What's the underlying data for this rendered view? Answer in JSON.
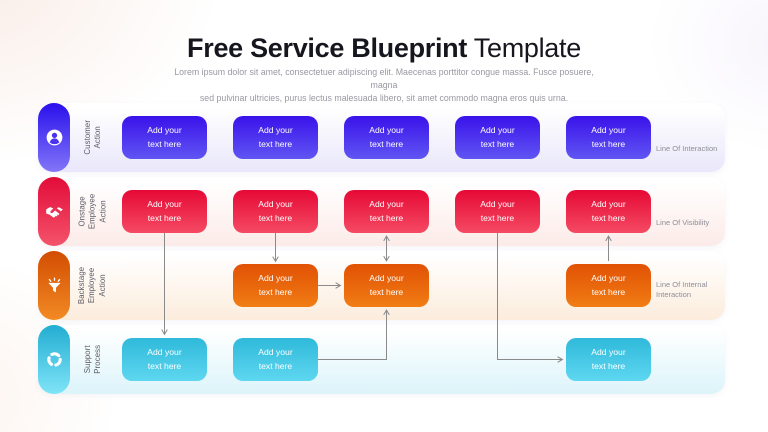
{
  "title": {
    "bold": "Free Service Blueprint",
    "light": " Template"
  },
  "subtitle": "Lorem ipsum dolor sit amet, consectetuer adipiscing elit. Maecenas porttitor congue massa. Fusce posuere, magna\nsed pulvinar ultricies, purus lectus malesuada libero, sit amet commodo magna eros quis urna.",
  "box_label": "Add your\ntext here",
  "rows": [
    {
      "label": "Customer\nAction",
      "line_label": "Line Of Interaction",
      "icon": "user-icon",
      "color": "#3a12ea",
      "band_tint": "#e9e7fa"
    },
    {
      "label": "Onstage\nEmployee\nAction",
      "line_label": "Line Of Visibility",
      "icon": "handshake-icon",
      "color": "#e50935",
      "band_tint": "#fcebe8"
    },
    {
      "label": "Backstage\nEmployee\nAction",
      "line_label": "Line Of Internal\nInteraction",
      "icon": "funnel-icon",
      "color": "#e15104",
      "band_tint": "#fcecdc"
    },
    {
      "label": "Support\nProcess",
      "line_label": "",
      "icon": "cycle-icon",
      "color": "#2fb9da",
      "band_tint": "#dcf4fa"
    }
  ],
  "connector_color": "#8a8a8a"
}
